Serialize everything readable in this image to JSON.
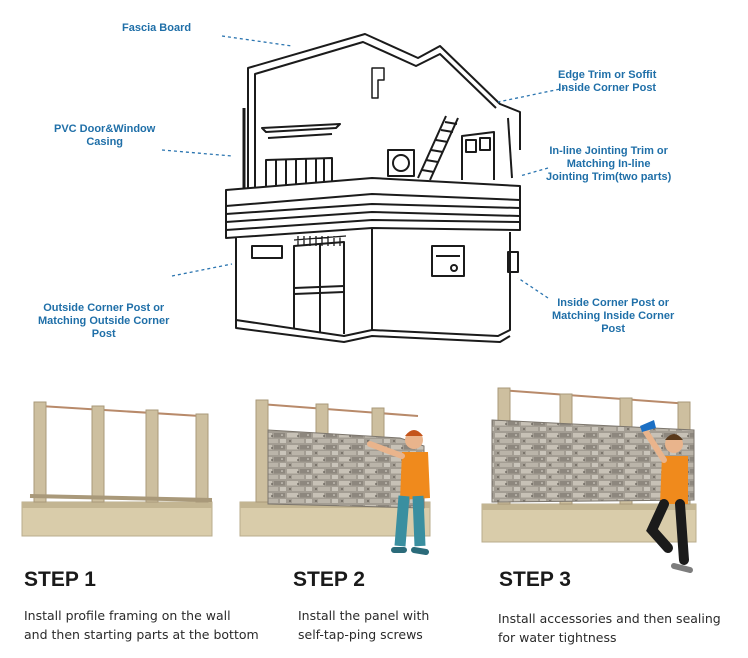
{
  "callouts": {
    "fascia": "Fascia Board",
    "edge_trim_1": "Edge Trim or Soffit",
    "edge_trim_2": "Inside Corner Post",
    "pvc_1": "PVC Door&Window",
    "pvc_2": "Casing",
    "inline_1": "In-line Jointing Trim or",
    "inline_2": "Matching In-line",
    "inline_3": "Jointing Trim(two parts)",
    "outside_1": "Outside Corner Post or",
    "outside_2": "Matching Outside Corner",
    "outside_3": "Post",
    "inside_1": "Inside Corner Post or",
    "inside_2": "Matching Inside Corner",
    "inside_3": "Post"
  },
  "steps": [
    {
      "title": "STEP 1",
      "line1": "Install profile framing on the wall",
      "line2": "and then starting parts at the bottom"
    },
    {
      "title": "STEP 2",
      "line1": "Install the panel with",
      "line2": "self-tap-ping screws"
    },
    {
      "title": "STEP 3",
      "line1": "Install accessories and then sealing",
      "line2": "for water tightness"
    }
  ],
  "colors": {
    "callout_text": "#1f6fa8",
    "wood": "#cdbf9f",
    "panel": "#9d978e",
    "shirt": "#f08a1c",
    "jeans": "#3a8fa0",
    "outline": "#1b1b1b"
  }
}
